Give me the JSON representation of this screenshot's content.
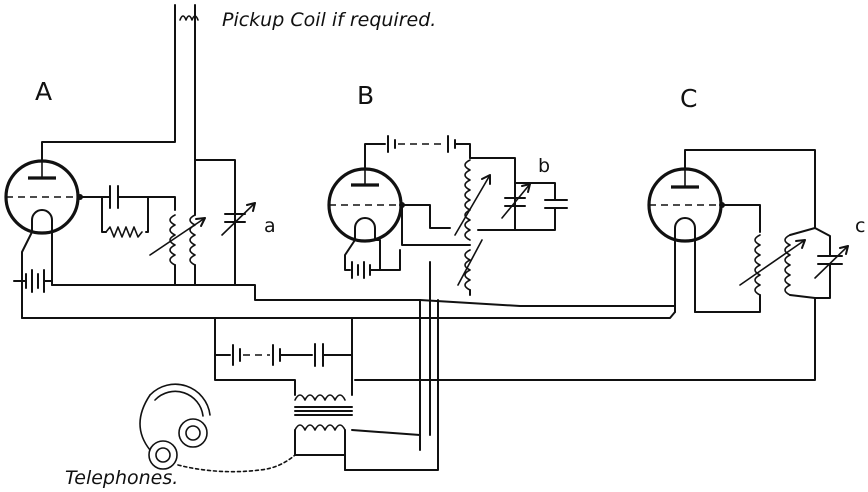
{
  "labels": {
    "pickup": "Pickup Coil if required.",
    "stage_a": "A",
    "stage_b": "B",
    "stage_c": "C",
    "cap_a": "a",
    "cap_b": "b",
    "cap_c": "c",
    "telephones": "Telephones."
  }
}
